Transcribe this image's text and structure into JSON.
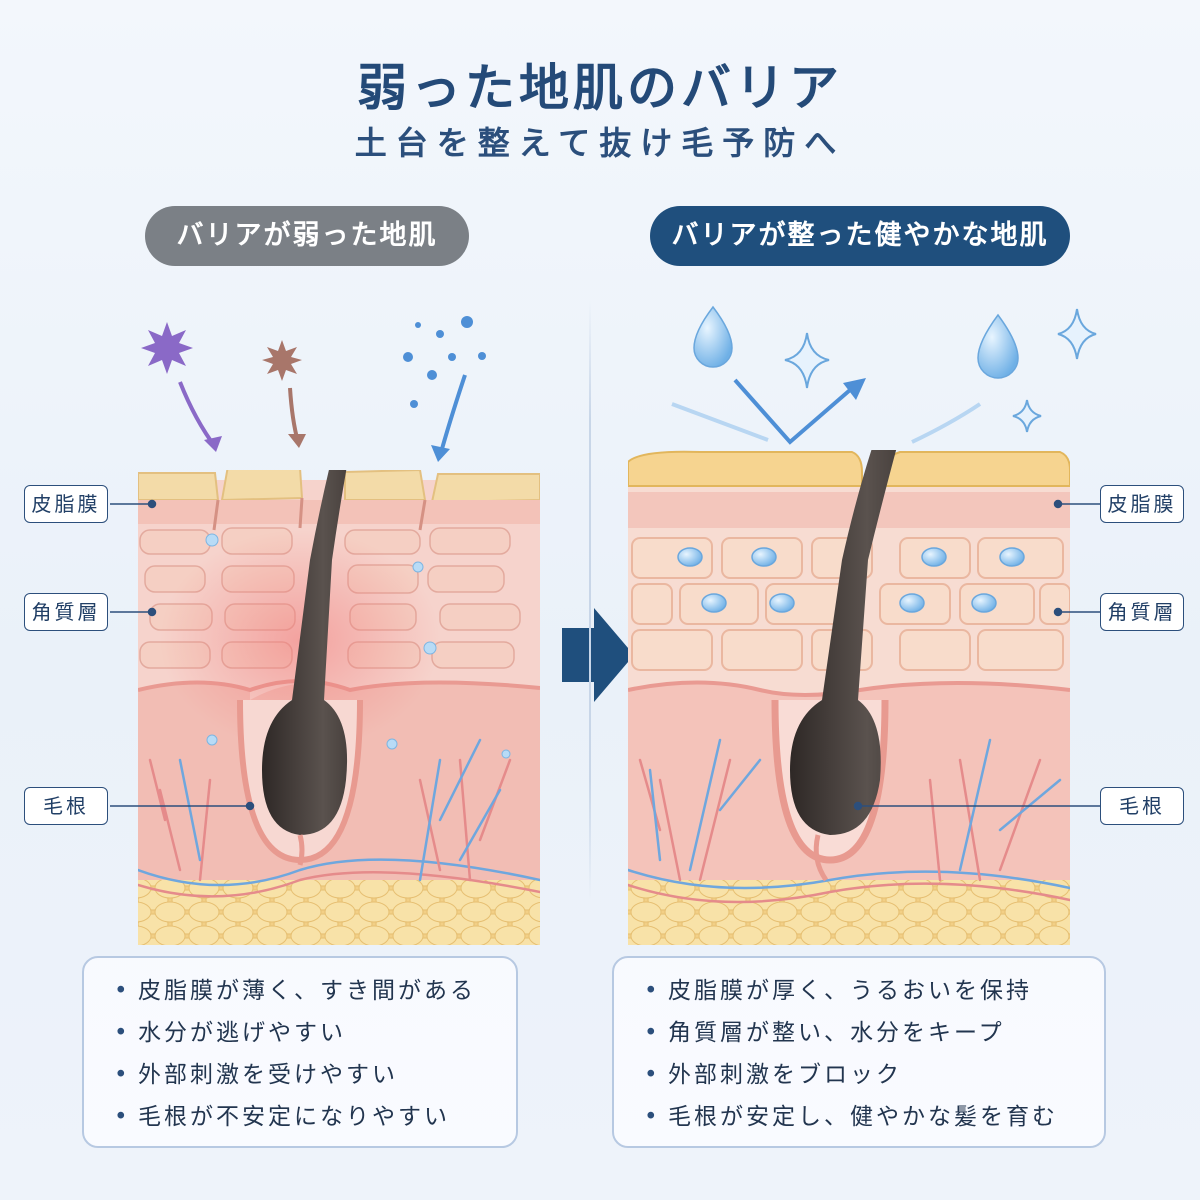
{
  "title": "弱った地肌のバリア",
  "subtitle": "土台を整えて抜け毛予防へ",
  "left": {
    "heading": "バリアが弱った地肌",
    "labels": {
      "sebum": "皮脂膜",
      "stratum": "角質層",
      "root": "毛根"
    },
    "points": [
      "皮脂膜が薄く、すき間がある",
      "水分が逃げやすい",
      "外部刺激を受けやすい",
      "毛根が不安定になりやすい"
    ]
  },
  "right": {
    "heading": "バリアが整った健やかな地肌",
    "labels": {
      "sebum": "皮脂膜",
      "stratum": "角質層",
      "root": "毛根"
    },
    "points": [
      "皮脂膜が厚く、うるおいを保持",
      "角質層が整い、水分をキープ",
      "外部刺激をブロック",
      "毛根が安定し、健やかな髪を育む"
    ]
  },
  "bullet": "•",
  "colors": {
    "navy": "#1f4f7d",
    "gray_pill": "#7b8086",
    "skin": "#f4c7c0",
    "fat": "#f5dca0",
    "hair": "#3a3230"
  }
}
